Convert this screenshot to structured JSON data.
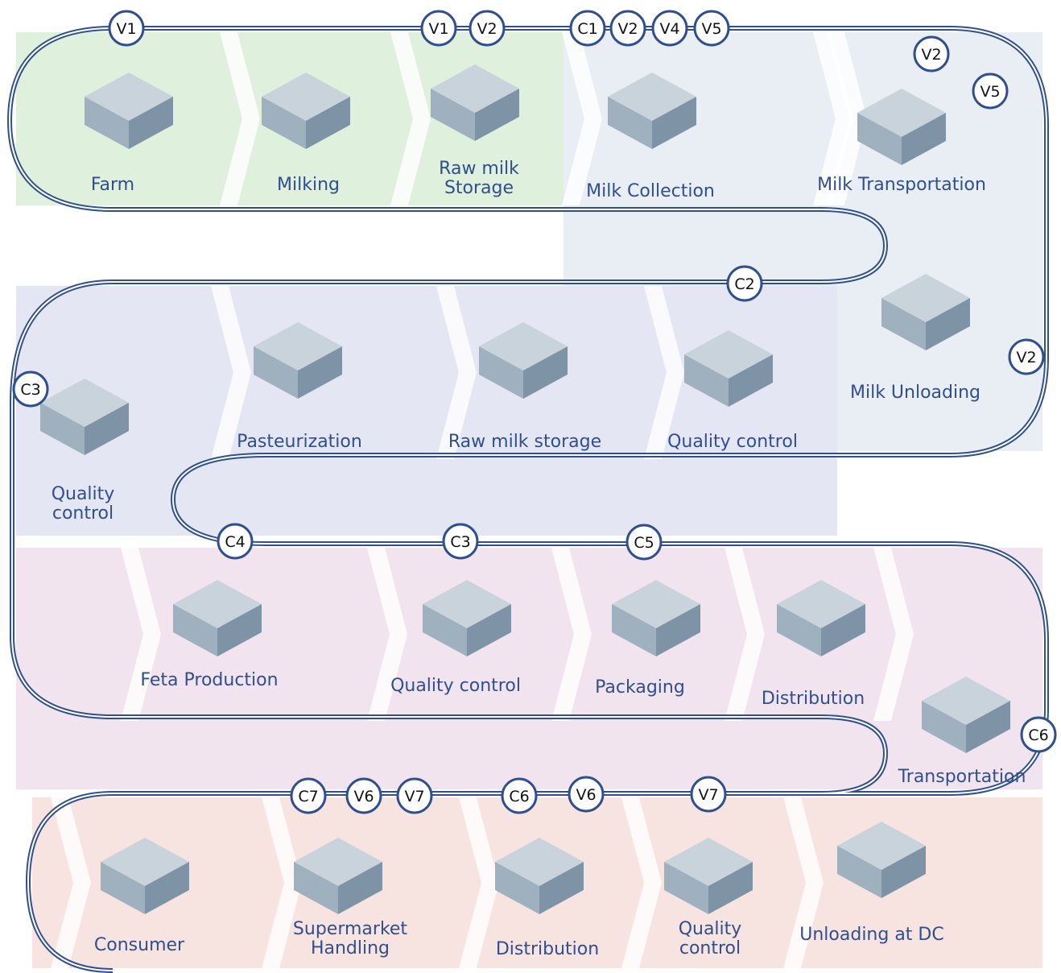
{
  "rows": [
    {
      "band": "#dff0dd",
      "stages": [
        {
          "label": "Farm",
          "icon": "barn-icon"
        },
        {
          "label": "Milking",
          "icon": "milking-machine-icon"
        },
        {
          "label": "Raw milk\nStorage",
          "icon": "milk-tank-icon"
        }
      ]
    },
    {
      "band": "#e8eef3",
      "stages": [
        {
          "label": "Milk Collection",
          "icon": "barn-truck-icon"
        },
        {
          "label": "Milk Transportation",
          "icon": "tanker-truck-icon"
        },
        {
          "label": "Milk Unloading",
          "icon": "factory-icon"
        }
      ]
    },
    {
      "band": "#e5e6f3",
      "stages": [
        {
          "label": "Quality control",
          "icon": "lab-equipment-icon"
        },
        {
          "label": "Raw milk storage",
          "icon": "storage-plant-icon"
        },
        {
          "label": "Pasteurization",
          "icon": "pasteurizer-icon"
        },
        {
          "label": "Quality\ncontrol",
          "icon": "microscope-icon"
        }
      ]
    },
    {
      "band": "#f2e4ef",
      "stages": [
        {
          "label": "Feta Production",
          "icon": "cheese-production-icon"
        },
        {
          "label": "Quality control",
          "icon": "lab-equipment-icon"
        },
        {
          "label": "Packaging",
          "icon": "packaging-line-icon"
        },
        {
          "label": "Distribution",
          "icon": "distribution-center-icon"
        },
        {
          "label": "Transportation",
          "icon": "truck-icon"
        }
      ]
    },
    {
      "band": "#f7e3df",
      "stages": [
        {
          "label": "Unloading at DC",
          "icon": "warehouse-icon"
        },
        {
          "label": "Quality\ncontrol",
          "icon": "microscope-icon"
        },
        {
          "label": "Distribution",
          "icon": "distribution-center-icon"
        },
        {
          "label": "Supermarket\nHandling",
          "icon": "supermarket-icon"
        },
        {
          "label": "Consumer",
          "icon": "shoppers-icon"
        }
      ]
    }
  ],
  "markers": [
    "V1",
    "V1",
    "V2",
    "C1",
    "V2",
    "V4",
    "V5",
    "V2",
    "V5",
    "C2",
    "V2",
    "C3",
    "C4",
    "C3",
    "C5",
    "C6",
    "C7",
    "V6",
    "V7",
    "C6",
    "V6",
    "V7"
  ],
  "colors": {
    "path": "#2f4f8f",
    "text": "#2f4f8f",
    "marker_fill": "#ffffff"
  }
}
